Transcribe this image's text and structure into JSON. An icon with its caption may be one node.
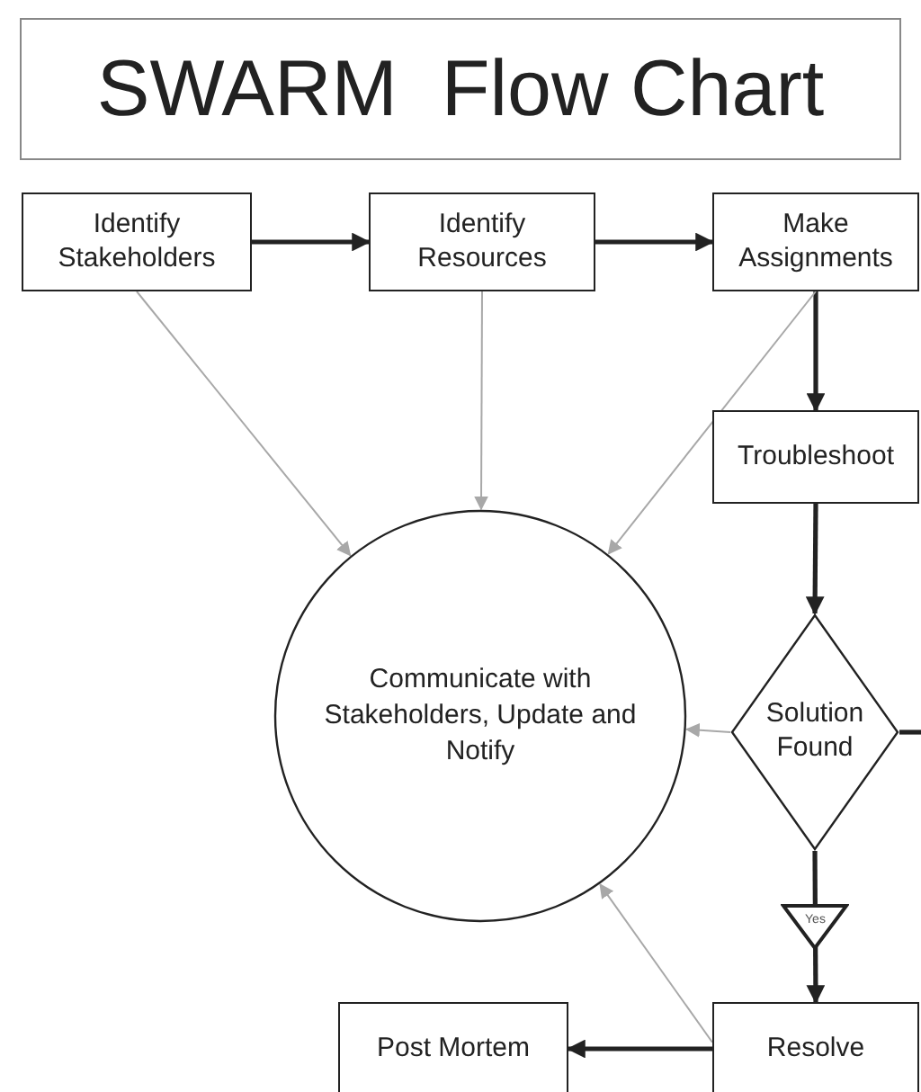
{
  "diagram": {
    "title": "SWARM  Flow Chart",
    "nodes": [
      {
        "text": [
          "Identify Stakeholders"
        ]
      },
      {
        "text": [
          "Identify Resources"
        ]
      },
      {
        "text": [
          "Make Assignments"
        ]
      },
      {
        "text": [
          "Troubleshoot"
        ]
      },
      {
        "text": [
          "Communicate with Stakeholders, Update and Notify"
        ]
      },
      {
        "text": [
          "Solution Found"
        ]
      },
      {
        "text": [
          "Post Mortem"
        ]
      },
      {
        "text": [
          "Resolve"
        ]
      }
    ],
    "edges": [
      {
        "from": 0,
        "to": 1,
        "arrow": "to"
      },
      {
        "from": 1,
        "to": 2,
        "arrow": "to"
      },
      {
        "from": 2,
        "to": 3,
        "arrow": "to"
      },
      {
        "from": 0,
        "to": 4,
        "arrow": "to",
        "color": "#a8a8a8"
      },
      {
        "from": 1,
        "to": 4,
        "arrow": "to",
        "color": "#a8a8a8"
      },
      {
        "from": 2,
        "to": 4,
        "arrow": "to",
        "color": "#a8a8a8"
      },
      {
        "from": 3,
        "to": 5,
        "arrow": "to"
      },
      {
        "from": 5,
        "to": 4,
        "arrow": "to",
        "color": "#a8a8a8"
      },
      {
        "from": 5,
        "to": null,
        "arrow": "none"
      },
      {
        "from": 5,
        "to": 7,
        "arrow": "to",
        "label": "Yes"
      },
      {
        "from": 7,
        "to": 4,
        "arrow": "to",
        "color": "#a8a8a8"
      },
      {
        "from": 7,
        "to": 6,
        "arrow": "to"
      }
    ]
  }
}
